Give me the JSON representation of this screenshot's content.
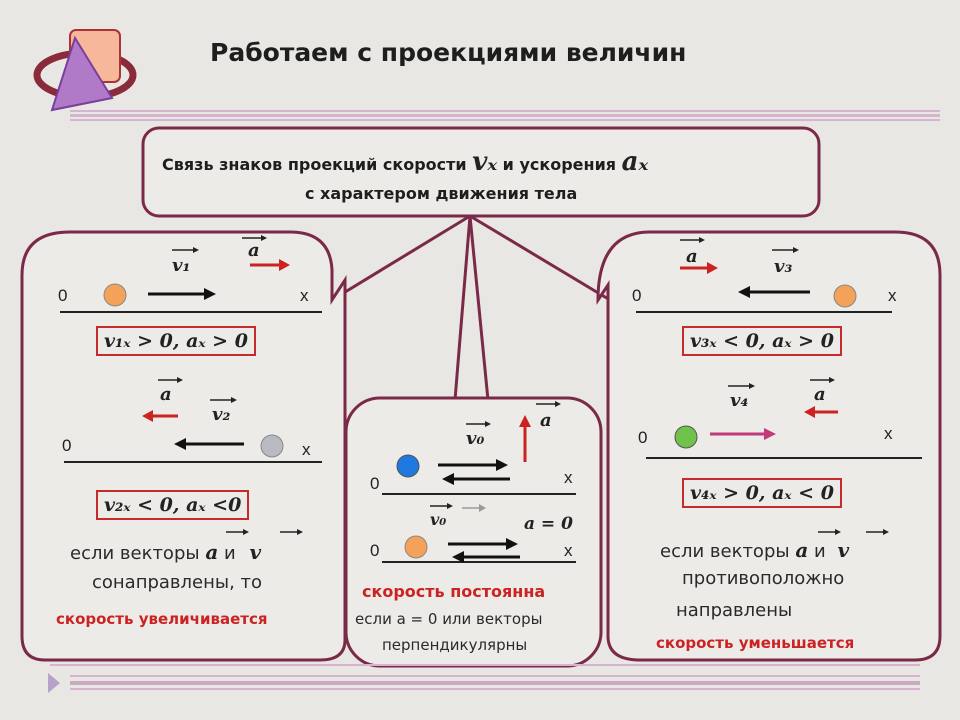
{
  "title": "Работаем с проекциями величин",
  "header_box": {
    "line1_a": "Связь  знаков проекций скорости",
    "line1_vx": "vₓ",
    "line1_b": "и ускорения",
    "line1_ax": "aₓ",
    "line2": "с  характером движения тела"
  },
  "left_panel": {
    "case1": {
      "v_label": "v₁",
      "a_label": "a",
      "zero": "0",
      "x": "x",
      "relation": "v₁ₓ > 0, aₓ > 0"
    },
    "case2": {
      "v_label": "v₂",
      "a_label": "a",
      "zero": "0",
      "x": "x",
      "relation": "v₂ₓ < 0, aₓ <0"
    },
    "note_l1a": "если векторы",
    "note_a": "a",
    "note_and": "и",
    "note_v": "v",
    "note_l2": "сонаправлены, то",
    "conclusion": "скорость увеличивается"
  },
  "middle_panel": {
    "v_label": "v₀",
    "a_label": "a",
    "zero1": "0",
    "x1": "x",
    "v_label2": "v₀",
    "a_zero": "a = 0",
    "zero2": "0",
    "x2": "x",
    "conclusion": "скорость постоянна",
    "note_l1": "если a = 0 или векторы",
    "note_l2": "перпендикулярны"
  },
  "right_panel": {
    "case3": {
      "v_label": "v₃",
      "a_label": "a",
      "zero": "0",
      "x": "x",
      "relation": "v₃ₓ < 0, aₓ > 0"
    },
    "case4": {
      "v_label": "v₄",
      "a_label": "a",
      "zero": "0",
      "x": "x",
      "relation": "v₄ₓ > 0, aₓ < 0"
    },
    "note_l1a": "если векторы",
    "note_a": "a",
    "note_and": "и",
    "note_v": "v",
    "note_l2": "противоположно",
    "note_l3": "направлены",
    "conclusion": "скорость уменьшается"
  },
  "colors": {
    "frame": "#7a2a48",
    "red": "#cc2222",
    "ball_orange": "#f4a15a",
    "ball_gray": "#b9b9c2",
    "ball_blue": "#1e78e0",
    "ball_green": "#6fc24a"
  }
}
